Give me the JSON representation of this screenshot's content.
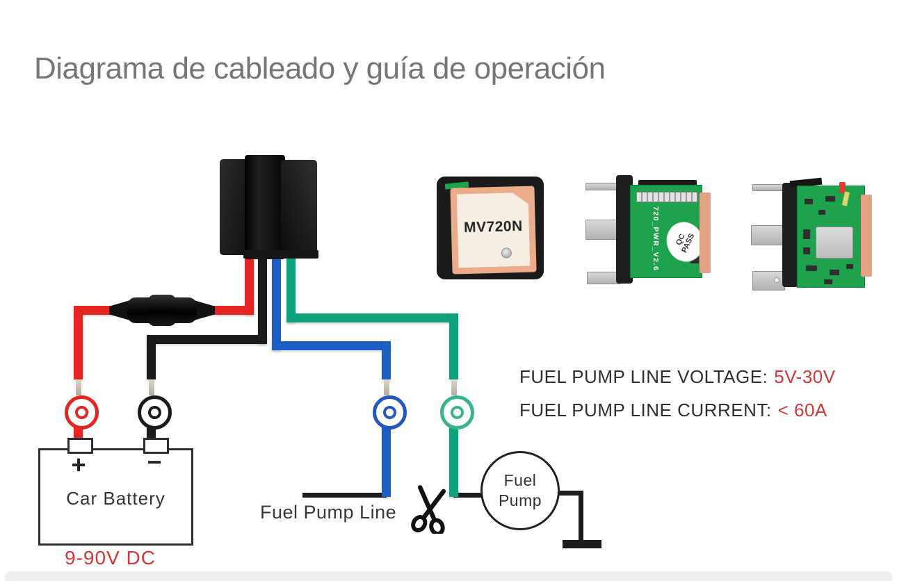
{
  "title": "Diagrama de cableado y guía de operación",
  "products": {
    "tracker_label": "MV720N",
    "pcb_label": "720_PWR_V2.6",
    "qc_label": "QC PASS"
  },
  "specs": {
    "voltage_label": "FUEL PUMP LINE VOLTAGE:",
    "voltage_value": "5V-30V",
    "current_label": "FUEL PUMP LINE CURRENT:",
    "current_value": "< 60A"
  },
  "battery": {
    "plus": "+",
    "minus": "−",
    "label": "Car Battery",
    "rating": "9-90V DC"
  },
  "fuel_line": {
    "label": "Fuel Pump Line"
  },
  "fuel_pump": {
    "line1": "Fuel",
    "line2": "Pump"
  },
  "colors": {
    "title_gray": "#767676",
    "label_dark": "#2f2f2f",
    "accent_red": "#d63637",
    "wire_red": "#e42521",
    "wire_black": "#1b1b1b",
    "wire_blue": "#1b5ec4",
    "wire_green": "#11a27d",
    "ring_blue": "#2458bf",
    "ring_green": "#3bb38f",
    "pcb_green": "#1fa24d",
    "peach": "#e2a384",
    "antenna_peach": "#ecab8b",
    "antenna_cream": "#f6eee3",
    "outline_dark": "#2e2e2e",
    "bottom_strip": "#efefef"
  }
}
